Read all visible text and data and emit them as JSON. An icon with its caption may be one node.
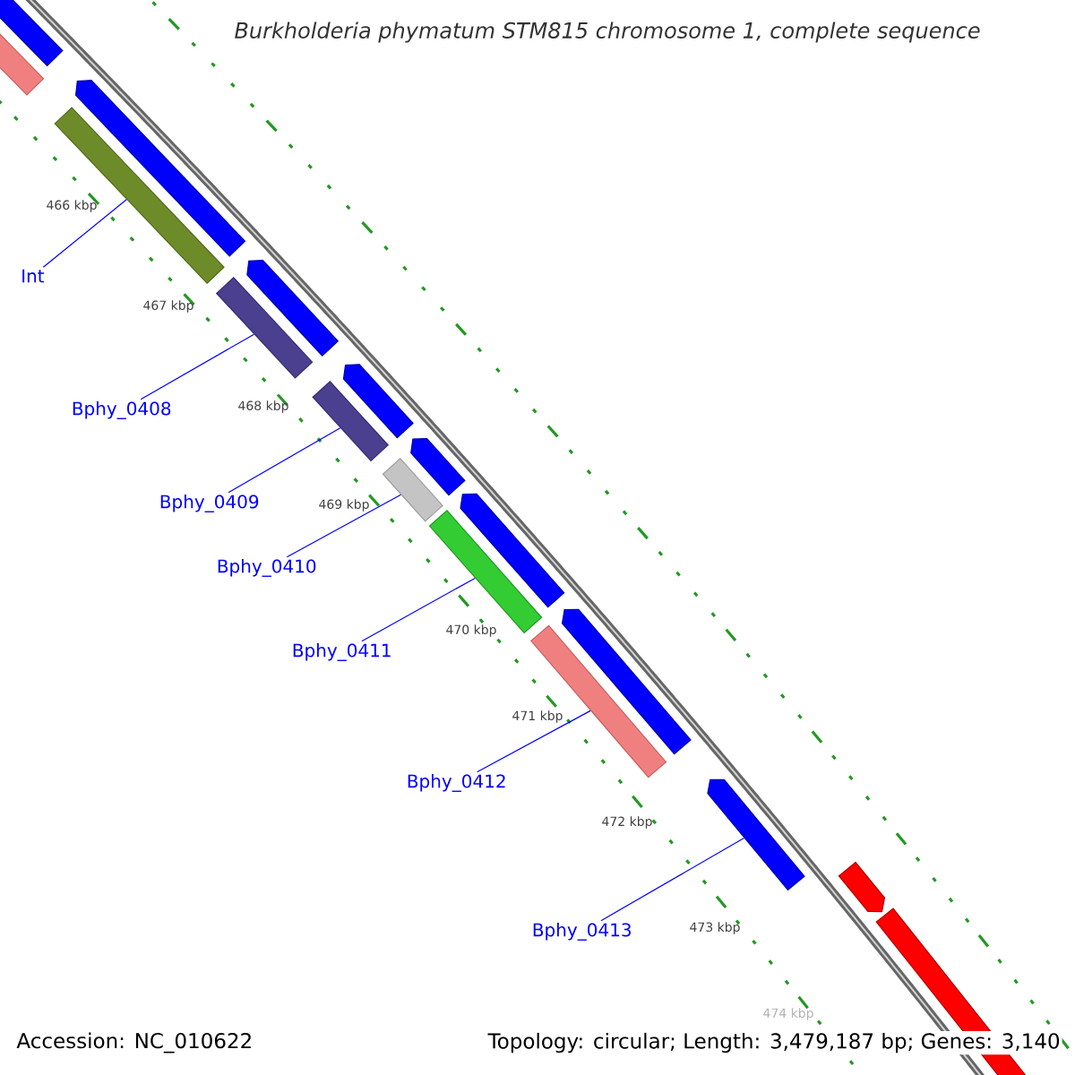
{
  "diagram": {
    "title": "Burkholderia phymatum STM815 chromosome 1, complete sequence",
    "nodes": [
      {
        "text": [
          "Int"
        ]
      },
      {
        "text": [],
        "shape": "bar"
      },
      {
        "text": [
          "Bphy_0408"
        ]
      },
      {
        "text": [],
        "shape": "bar"
      },
      {
        "text": [
          "Bphy_0409"
        ]
      },
      {
        "text": [],
        "shape": "bar"
      },
      {
        "text": [
          "Bphy_0410"
        ]
      },
      {
        "text": [],
        "shape": "bar"
      },
      {
        "text": [
          "Bphy_0411"
        ]
      },
      {
        "text": [],
        "shape": "bar"
      },
      {
        "text": [
          "Bphy_0412"
        ]
      },
      {
        "text": [],
        "shape": "bar"
      },
      {
        "text": [
          "Bphy_0413"
        ]
      },
      {
        "text": [],
        "shape": "arrow"
      }
    ],
    "edges": [
      {
        "from": 0,
        "to": 1,
        "arrow": "none"
      },
      {
        "from": 2,
        "to": 3,
        "arrow": "none"
      },
      {
        "from": 4,
        "to": 5,
        "arrow": "none"
      },
      {
        "from": 6,
        "to": 7,
        "arrow": "none"
      },
      {
        "from": 8,
        "to": 9,
        "arrow": "none"
      },
      {
        "from": 10,
        "to": 11,
        "arrow": "none"
      },
      {
        "from": 12,
        "to": 13,
        "arrow": "none"
      }
    ],
    "labels": [
      "466 kbp",
      "467 kbp",
      "468 kbp",
      "469 kbp",
      "470 kbp",
      "471 kbp",
      "472 kbp",
      "473 kbp",
      "474 kbp",
      "Accession: NC_010622",
      "Topology: circular; Length: 3,479,187 bp; Genes: 3,140"
    ]
  }
}
